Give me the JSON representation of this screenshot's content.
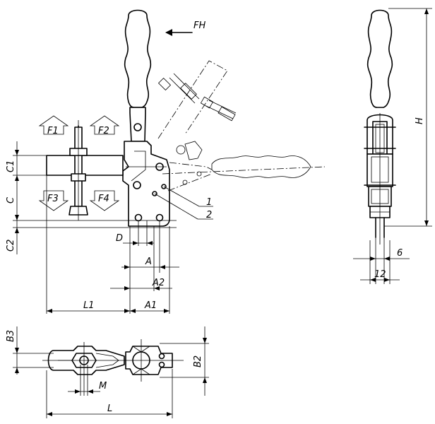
{
  "dimensions": {
    "C1": "C1",
    "C": "C",
    "C2": "C2",
    "D": "D",
    "A": "A",
    "A2": "A2",
    "L1": "L1",
    "A1": "A1",
    "H": "H",
    "six": "6",
    "twelve": "12",
    "B3": "B3",
    "B2": "B2",
    "M": "M",
    "L": "L"
  },
  "forces": {
    "FH": "FH",
    "F1": "F1",
    "F2": "F2",
    "F3": "F3",
    "F4": "F4"
  },
  "callouts": {
    "one": "1",
    "two": "2"
  }
}
